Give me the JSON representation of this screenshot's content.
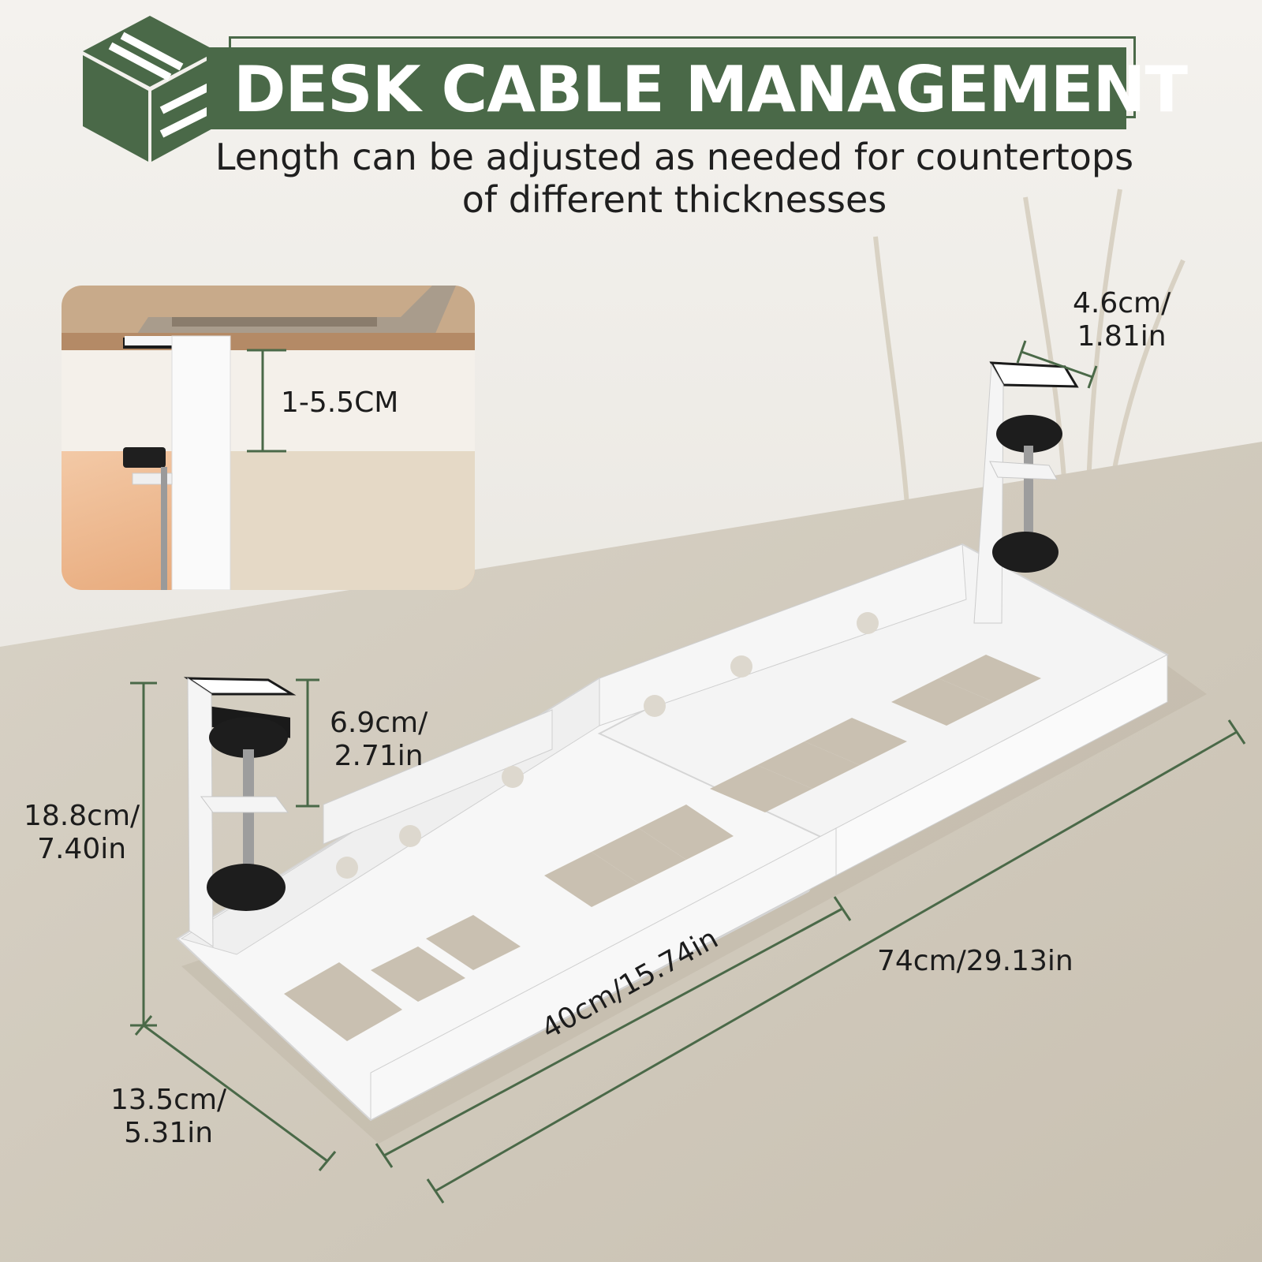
{
  "header": {
    "title": "DESK CABLE MANAGEMENT",
    "subtitle_line1": "Length can be adjusted as needed for countertops",
    "subtitle_line2": "of different thicknesses"
  },
  "inset": {
    "thickness_label": "1-5.5CM"
  },
  "dimensions": {
    "clamp_top_width": {
      "line1": "4.6cm/",
      "line2": "1.81in"
    },
    "clamp_height": {
      "line1": "6.9cm/",
      "line2": "2.71in"
    },
    "total_height": {
      "line1": "18.8cm/",
      "line2": "7.40in"
    },
    "depth": {
      "line1": "13.5cm/",
      "line2": "5.31in"
    },
    "collapsed_length": "40cm/15.74in",
    "extended_length": "74cm/29.13in"
  },
  "colors": {
    "brand_green": "#4a6948",
    "background": "#eceae5",
    "tray_white": "#f7f7f7"
  },
  "icons": {
    "logo": "cube-logo-icon"
  }
}
